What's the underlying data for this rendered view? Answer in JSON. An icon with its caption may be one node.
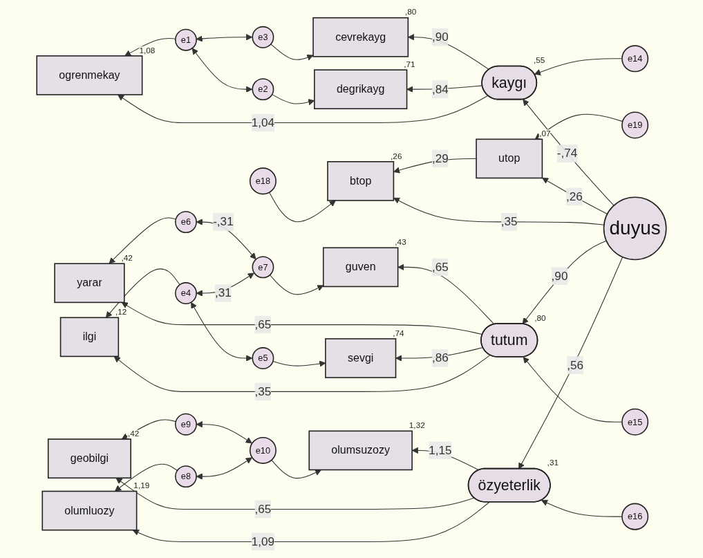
{
  "diagram": {
    "nodes": [
      {
        "text": [
          "e14"
        ]
      },
      {
        "text": [
          "e3"
        ]
      },
      {
        "text": [
          "cevrekayg"
        ],
        "beside": [
          ",80"
        ]
      },
      {
        "text": [
          "kaygı"
        ],
        "beside": [
          ",55"
        ]
      },
      {
        "text": [
          "e2"
        ]
      },
      {
        "text": [
          "degrikayg"
        ],
        "beside": [
          ",71"
        ]
      },
      {
        "text": [
          "e1"
        ]
      },
      {
        "text": [
          "ogrenmekay"
        ],
        "beside": [
          "1,08"
        ]
      },
      {
        "text": [
          "e19"
        ]
      },
      {
        "text": [
          "utop"
        ],
        "beside": [
          ",07"
        ]
      },
      {
        "text": [
          "e15"
        ]
      },
      {
        "text": [
          "e18"
        ]
      },
      {
        "text": [
          "e7"
        ]
      },
      {
        "text": [
          "guven"
        ],
        "beside": [
          ",43"
        ]
      },
      {
        "text": [
          "tutum"
        ],
        "beside": [
          ",80"
        ]
      },
      {
        "text": [
          "duyus"
        ]
      },
      {
        "text": [
          "btop"
        ],
        "beside": [
          ",26"
        ]
      },
      {
        "text": [
          "e6"
        ]
      },
      {
        "text": [
          "yarar"
        ],
        "beside": [
          ",42"
        ]
      },
      {
        "text": [
          "e5"
        ]
      },
      {
        "text": [
          "sevgi"
        ],
        "beside": [
          ",74"
        ]
      },
      {
        "text": [
          "e4"
        ]
      },
      {
        "text": [
          "ilgi"
        ],
        "beside": [
          ",12"
        ]
      },
      {
        "text": [
          "e16"
        ]
      },
      {
        "text": [
          "e10"
        ]
      },
      {
        "text": [
          "olumsuzozy"
        ],
        "beside": [
          "1,32"
        ]
      },
      {
        "text": [
          "özyeterlik"
        ],
        "beside": [
          ",31"
        ]
      },
      {
        "text": [
          "e9"
        ]
      },
      {
        "text": [
          "geobilgi"
        ],
        "beside": [
          ",42"
        ]
      },
      {
        "text": [
          "e8"
        ]
      },
      {
        "text": [
          "olumluozy"
        ],
        "beside": [
          "1,19"
        ]
      }
    ],
    "edges": [
      {
        "from": 0,
        "to": 3,
        "arrow": "to"
      },
      {
        "from": 1,
        "to": 2,
        "arrow": "to"
      },
      {
        "from": 4,
        "to": 5,
        "arrow": "to"
      },
      {
        "from": 6,
        "to": 7,
        "arrow": "to"
      },
      {
        "from": 3,
        "to": 2,
        "arrow": "to",
        "label": ",90"
      },
      {
        "from": 3,
        "to": 5,
        "arrow": "to",
        "label": ",84"
      },
      {
        "from": 3,
        "to": 7,
        "arrow": "to",
        "label": "1,04"
      },
      {
        "from": 1,
        "to": 6,
        "arrow": "both"
      },
      {
        "from": 4,
        "to": 6,
        "arrow": "both"
      },
      {
        "from": 8,
        "to": 9,
        "arrow": "to"
      },
      {
        "from": 15,
        "to": 3,
        "arrow": "to",
        "label": "-,74"
      },
      {
        "from": 15,
        "to": 9,
        "arrow": "to",
        "label": ",26"
      },
      {
        "from": 9,
        "to": 16,
        "arrow": "to",
        "label": ",29"
      },
      {
        "from": 11,
        "to": 16,
        "arrow": "to"
      },
      {
        "from": 15,
        "to": 16,
        "arrow": "to",
        "label": ",35"
      },
      {
        "from": 10,
        "to": 14,
        "arrow": "to"
      },
      {
        "from": 15,
        "to": 14,
        "arrow": "to",
        "label": ",90"
      },
      {
        "from": 14,
        "to": 13,
        "arrow": "to",
        "label": ",65"
      },
      {
        "from": 14,
        "to": 18,
        "arrow": "to",
        "label": ",65"
      },
      {
        "from": 14,
        "to": 20,
        "arrow": "to",
        "label": ",86"
      },
      {
        "from": 14,
        "to": 22,
        "arrow": "to",
        "label": ",35"
      },
      {
        "from": 12,
        "to": 13,
        "arrow": "to"
      },
      {
        "from": 17,
        "to": 18,
        "arrow": "to"
      },
      {
        "from": 19,
        "to": 20,
        "arrow": "to"
      },
      {
        "from": 21,
        "to": 22,
        "arrow": "to"
      },
      {
        "from": 12,
        "to": 17,
        "arrow": "both",
        "label": "-,31"
      },
      {
        "from": 12,
        "to": 21,
        "arrow": "both",
        "label": ",31"
      },
      {
        "from": 19,
        "to": 21,
        "arrow": "both"
      },
      {
        "from": 15,
        "to": 26,
        "arrow": "to",
        "label": ",56"
      },
      {
        "from": 23,
        "to": 26,
        "arrow": "to"
      },
      {
        "from": 26,
        "to": 25,
        "arrow": "to",
        "label": "1,15"
      },
      {
        "from": 26,
        "to": 28,
        "arrow": "to",
        "label": ",65"
      },
      {
        "from": 26,
        "to": 30,
        "arrow": "to",
        "label": "1,09"
      },
      {
        "from": 24,
        "to": 25,
        "arrow": "to"
      },
      {
        "from": 27,
        "to": 28,
        "arrow": "to"
      },
      {
        "from": 29,
        "to": 30,
        "arrow": "to"
      },
      {
        "from": 24,
        "to": 27,
        "arrow": "both"
      },
      {
        "from": 24,
        "to": 29,
        "arrow": "both"
      }
    ]
  }
}
